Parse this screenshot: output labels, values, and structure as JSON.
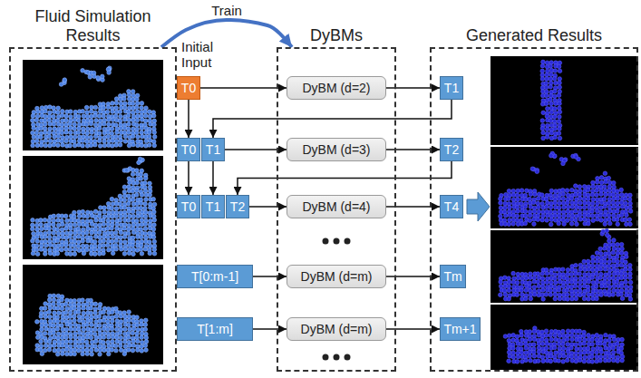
{
  "diagram": {
    "nodes": [
      {
        "text": [
          "Fluid Simulation Results"
        ]
      },
      {
        "text": [
          "DyBMs"
        ]
      },
      {
        "text": [
          "Generated Results"
        ]
      },
      {
        "text": [
          "T0"
        ]
      },
      {
        "text": [
          "DyBM (d=2)"
        ],
        "in": 1
      },
      {
        "text": [
          "T1"
        ],
        "in": 2
      },
      {
        "text": [
          "T0"
        ]
      },
      {
        "text": [
          "T1"
        ]
      },
      {
        "text": [
          "DyBM (d=3)"
        ],
        "in": 1
      },
      {
        "text": [
          "T2"
        ],
        "in": 2
      },
      {
        "text": [
          "T0"
        ]
      },
      {
        "text": [
          "T1"
        ]
      },
      {
        "text": [
          "T2"
        ]
      },
      {
        "text": [
          "DyBM (d=4)"
        ],
        "in": 1
      },
      {
        "text": [
          "T4"
        ],
        "in": 2
      },
      {
        "text": [
          "T[0:m-1]"
        ]
      },
      {
        "text": [
          "DyBM (d=m)"
        ],
        "in": 1
      },
      {
        "text": [
          "Tm"
        ],
        "in": 2
      },
      {
        "text": [
          "T[1:m]"
        ]
      },
      {
        "text": [
          "DyBM (d=m)"
        ],
        "in": 1
      },
      {
        "text": [
          "Tm+1"
        ],
        "in": 2
      }
    ],
    "edges": [
      {
        "from": 0,
        "to": 1,
        "label": "Train",
        "arrow": "to"
      },
      {
        "from": 3,
        "to": 4,
        "arrow": "to"
      },
      {
        "from": 4,
        "to": 5,
        "arrow": "to"
      },
      {
        "from": 3,
        "to": 6,
        "arrow": "to"
      },
      {
        "from": 5,
        "to": 7,
        "arrow": "to"
      },
      {
        "from": 7,
        "to": 8,
        "arrow": "to"
      },
      {
        "from": 8,
        "to": 9,
        "arrow": "to"
      },
      {
        "from": 6,
        "to": 10,
        "arrow": "to"
      },
      {
        "from": 7,
        "to": 11,
        "arrow": "to"
      },
      {
        "from": 9,
        "to": 12,
        "arrow": "to"
      },
      {
        "from": 12,
        "to": 13,
        "arrow": "to"
      },
      {
        "from": 13,
        "to": 14,
        "arrow": "to"
      },
      {
        "from": 15,
        "to": 16,
        "arrow": "to"
      },
      {
        "from": 16,
        "to": 17,
        "arrow": "to"
      },
      {
        "from": 18,
        "to": 19,
        "arrow": "to"
      },
      {
        "from": 19,
        "to": 20,
        "arrow": "to"
      }
    ],
    "labels": [
      "Initial Input"
    ]
  }
}
